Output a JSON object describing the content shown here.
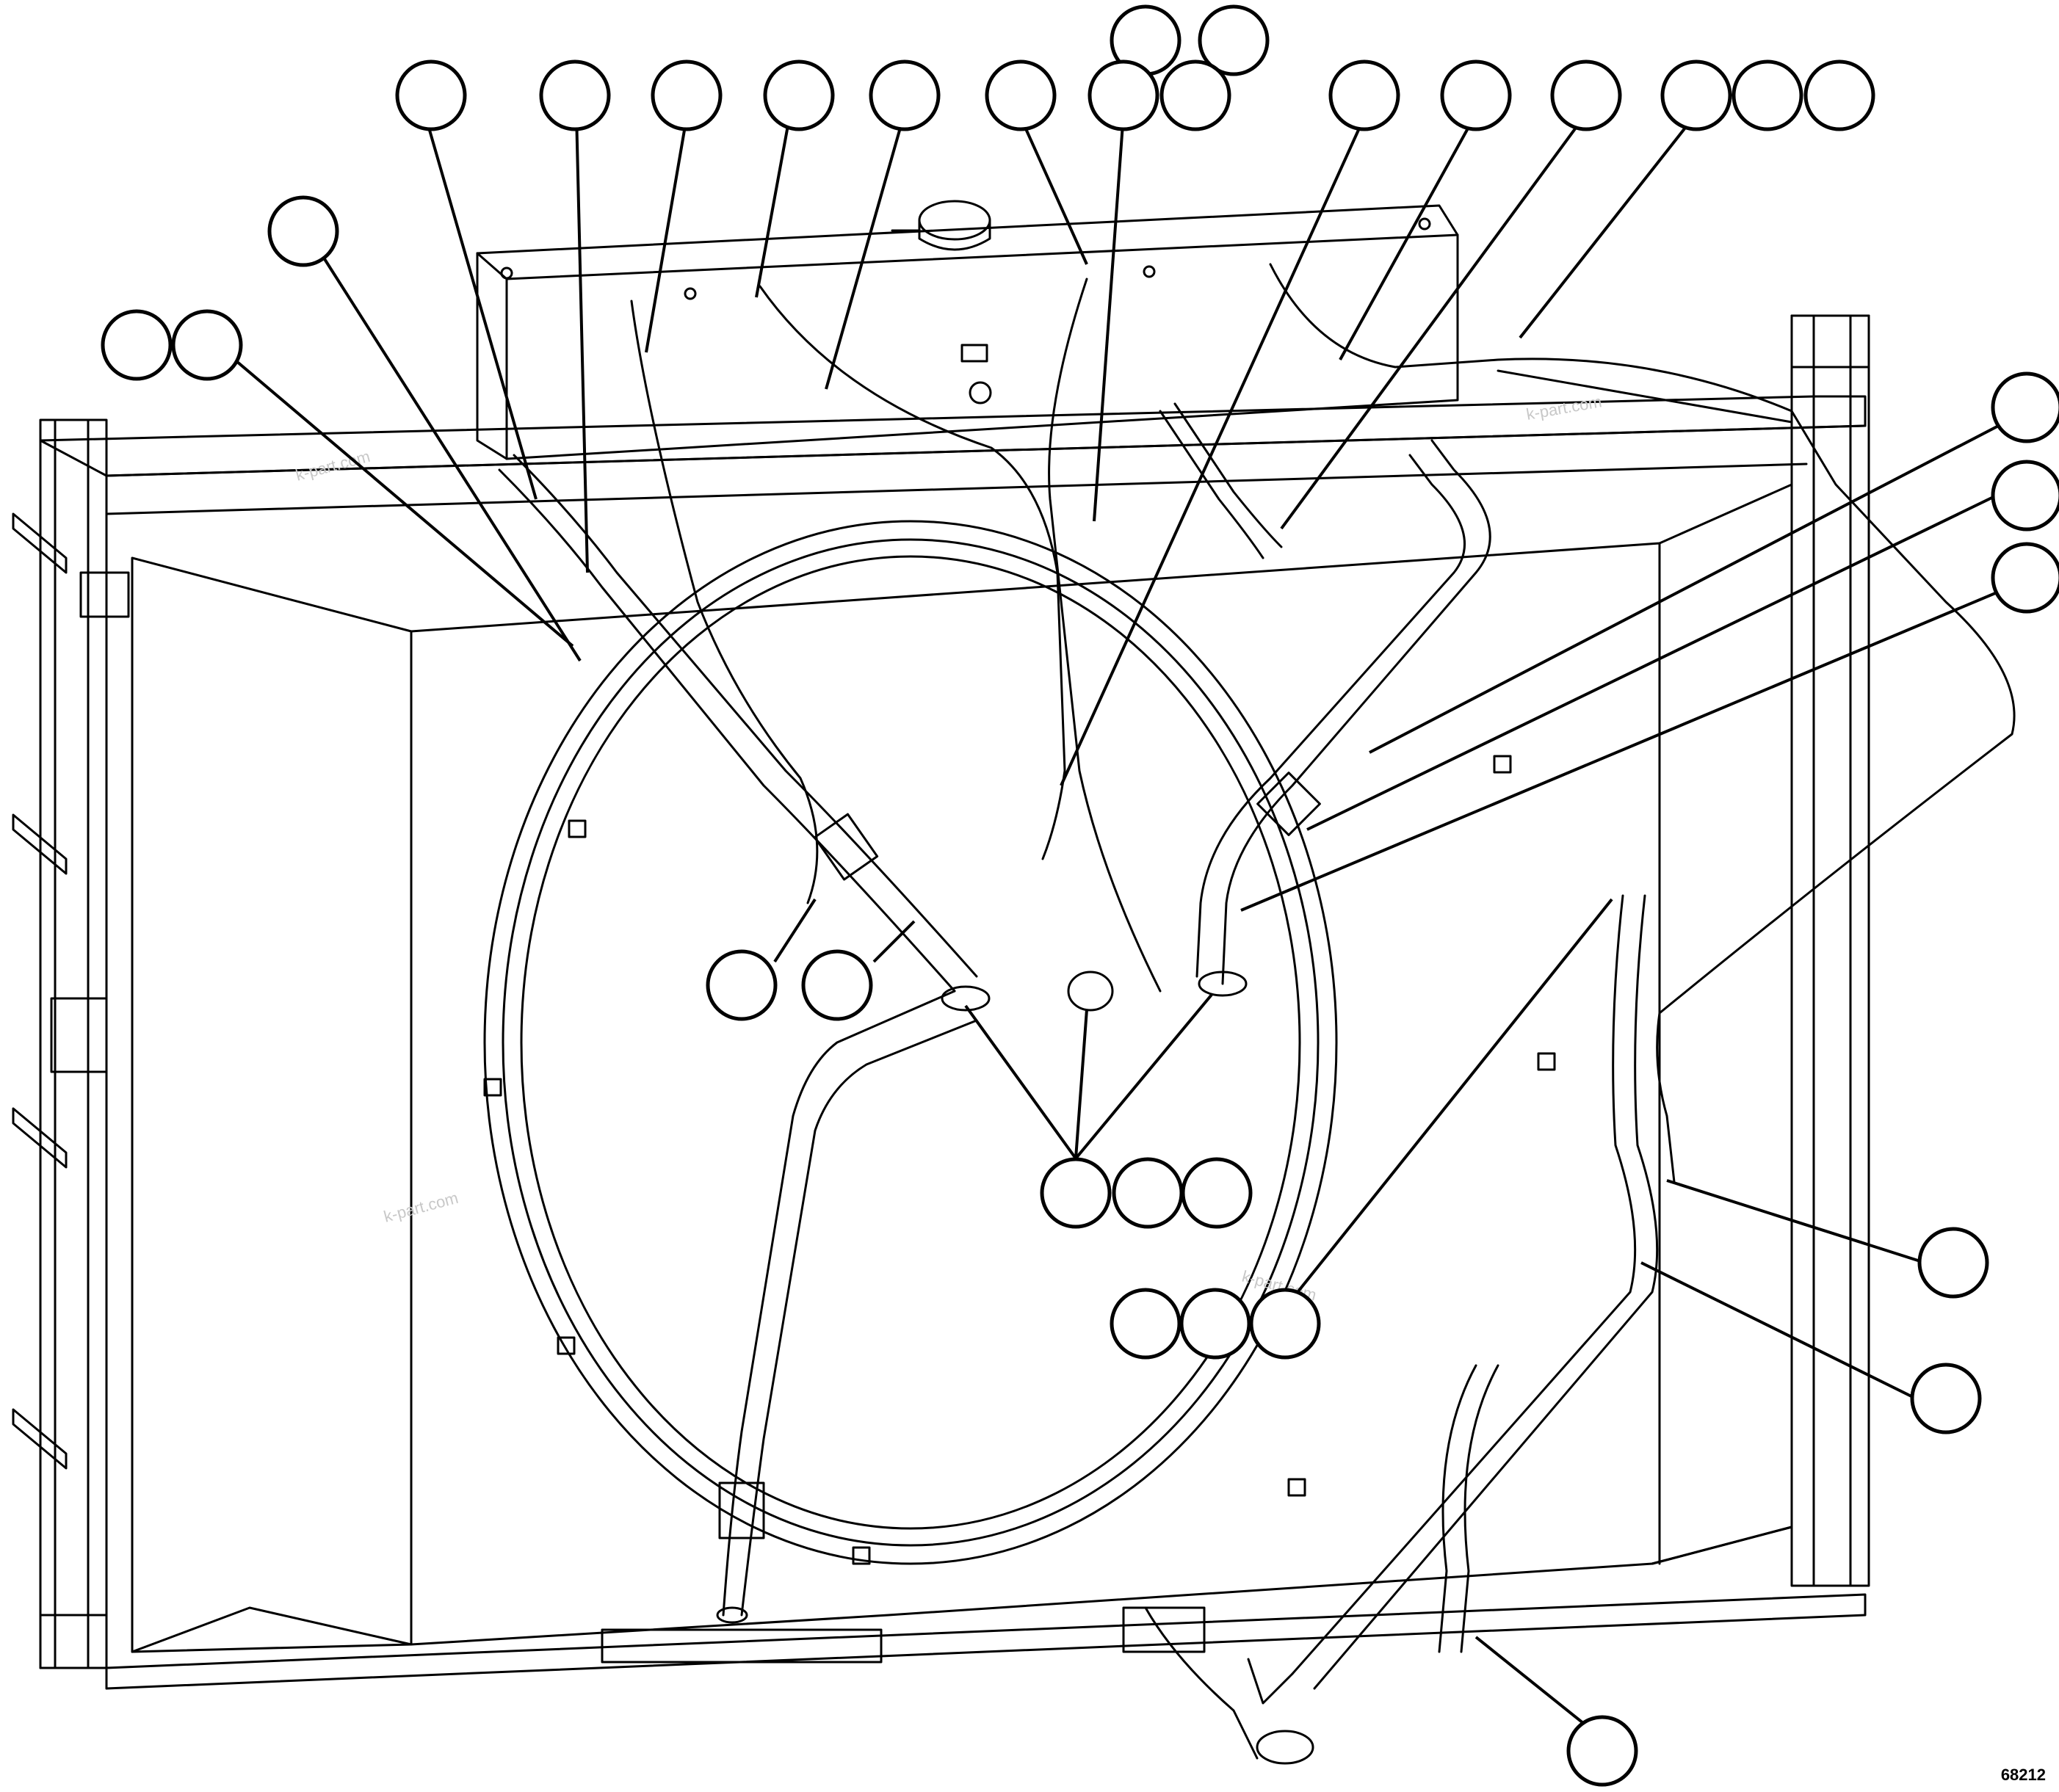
{
  "figure": {
    "number": "68212",
    "watermarks": [
      "k-part.com",
      "k-part.com",
      "k-part.com",
      "k-part.com"
    ]
  },
  "callouts": {
    "count": 33,
    "labels": []
  },
  "colors": {
    "line": "#000000",
    "background": "#ffffff",
    "watermark": "#c8c8c8"
  }
}
